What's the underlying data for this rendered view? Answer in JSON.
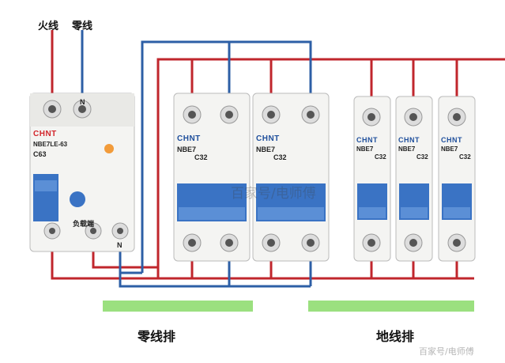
{
  "labels": {
    "live_wire": "火线",
    "neutral_wire": "零线",
    "neutral_bar": "零线排",
    "ground_bar": "地线排"
  },
  "breaker_main": {
    "brand": "CHNT",
    "model": "NBE7LE-63",
    "rating": "C63",
    "neutral_top": "N",
    "neutral_bottom": "N",
    "load_label": "负载端"
  },
  "breaker_2p_a": {
    "brand": "CHNT",
    "model": "NBE7",
    "rating": "C32"
  },
  "breaker_2p_b": {
    "brand": "CHNT",
    "model": "NBE7",
    "rating": "C32"
  },
  "breaker_1p_a": {
    "brand": "CHNT",
    "model": "NBE7",
    "rating": "C32"
  },
  "breaker_1p_b": {
    "brand": "CHNT",
    "model": "NBE7",
    "rating": "C32"
  },
  "breaker_1p_c": {
    "brand": "CHNT",
    "model": "NBE7",
    "rating": "C32"
  },
  "watermark_center": "百家号/电师傅",
  "watermark_corner": "百家号/电师傅",
  "colors": {
    "live": "#c0262c",
    "neutral": "#2d5fa6",
    "bar": "#9be07f",
    "handle": "#3a73c4",
    "brand_red": "#d2262c",
    "brand_blue": "#1f4f9c",
    "body": "#f4f4f2"
  }
}
